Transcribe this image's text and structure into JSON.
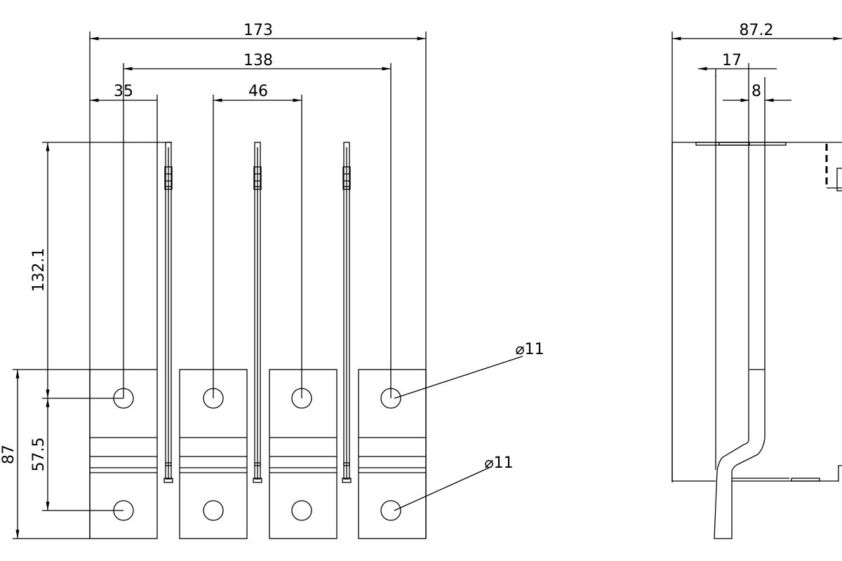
{
  "drawing": {
    "front_view": {
      "dimensions": {
        "overall_width": "173",
        "hole_span": "138",
        "edge_to_hole": "35",
        "hole_pitch": "46",
        "height_to_hole": "132.1",
        "hole_spacing": "57.5",
        "bar_height": "87"
      },
      "hole_labels": [
        "⌀11",
        "⌀11"
      ]
    },
    "side_view": {
      "dimensions": {
        "depth": "87.2",
        "offset": "17",
        "bar_thickness": "8"
      }
    }
  }
}
